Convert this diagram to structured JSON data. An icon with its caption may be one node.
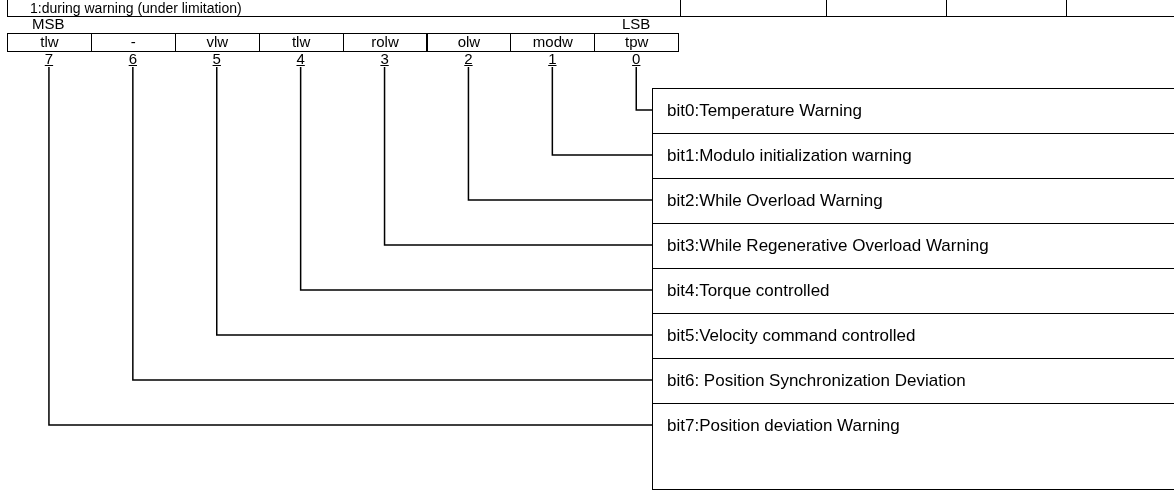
{
  "diagram": {
    "nodes": [
      {
        "text": [
          "7"
        ]
      },
      {
        "text": [
          "6"
        ]
      },
      {
        "text": [
          "5"
        ]
      },
      {
        "text": [
          "4"
        ]
      },
      {
        "text": [
          "3"
        ]
      },
      {
        "text": [
          "2"
        ]
      },
      {
        "text": [
          "1"
        ]
      },
      {
        "text": [
          "0"
        ]
      },
      {
        "text": [
          "bit0:Temperature Warning"
        ]
      },
      {
        "text": [
          "bit1:Modulo initialization warning"
        ]
      },
      {
        "text": [
          "bit2:While Overload Warning"
        ]
      },
      {
        "text": [
          "bit3:While Regenerative Overload Warning"
        ]
      },
      {
        "text": [
          "bit4:Torque controlled"
        ]
      },
      {
        "text": [
          "bit5:Velocity command controlled"
        ]
      },
      {
        "text": [
          "bit6: Position Synchronization Deviation"
        ]
      },
      {
        "text": [
          "bit7:Position deviation Warning"
        ]
      }
    ],
    "edges": [
      {
        "from": 7,
        "to": 8,
        "arrow": "none"
      },
      {
        "from": 6,
        "to": 9,
        "arrow": "none"
      },
      {
        "from": 5,
        "to": 10,
        "arrow": "none"
      },
      {
        "from": 4,
        "to": 11,
        "arrow": "none"
      },
      {
        "from": 3,
        "to": 12,
        "arrow": "none"
      },
      {
        "from": 2,
        "to": 13,
        "arrow": "none"
      },
      {
        "from": 1,
        "to": 14,
        "arrow": "none"
      },
      {
        "from": 0,
        "to": 15,
        "arrow": "none"
      }
    ],
    "labels": [
      "1:during warning (under limitation)",
      "MSB",
      "LSB",
      "tlw",
      "-",
      "vlw",
      "tlw",
      "rolw",
      "olw",
      "modw",
      "tpw"
    ]
  }
}
